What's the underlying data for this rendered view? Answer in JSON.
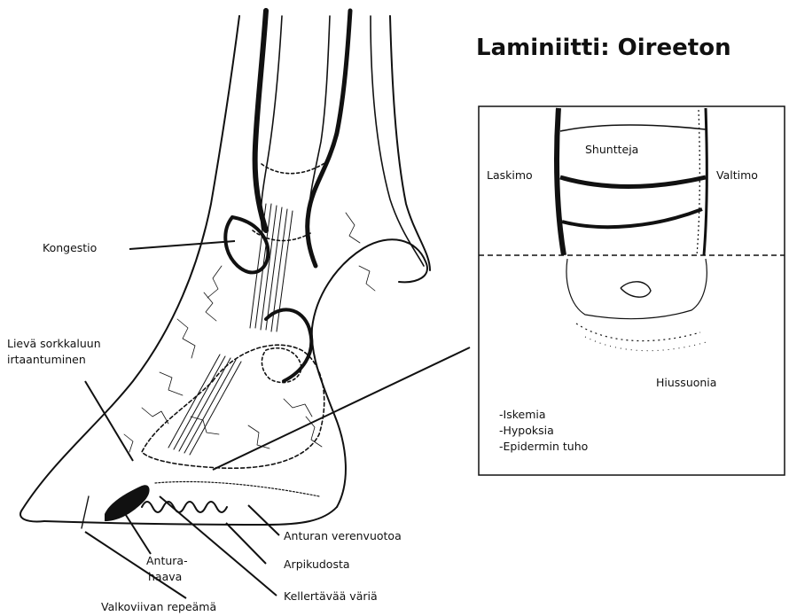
{
  "title": "Laminiitti: Oireeton",
  "hoof_labels": {
    "kongestio": "Kongestio",
    "sorkkaluu_line1": "Lievä sorkkaluun",
    "sorkkaluu_line2": "irtaantuminen",
    "antura_line1": "Antura-",
    "antura_line2": "haava",
    "valkoviiva": "Valkoviivan repeämä",
    "verenvuoto": "Anturan verenvuotoa",
    "arpikudos": "Arpikudosta",
    "kellertava": "Kellertävää väriä"
  },
  "inset_labels": {
    "shuntteja": "Shuntteja",
    "laskimo": "Laskimo",
    "valtimo": "Valtimo",
    "hiussuonia": "Hiussuonia",
    "oire_1": "-Iskemia",
    "oire_2": "-Hypoksia",
    "oire_3": "-Epidermin tuho"
  },
  "colors": {
    "ink": "#111111",
    "background": "#ffffff"
  }
}
